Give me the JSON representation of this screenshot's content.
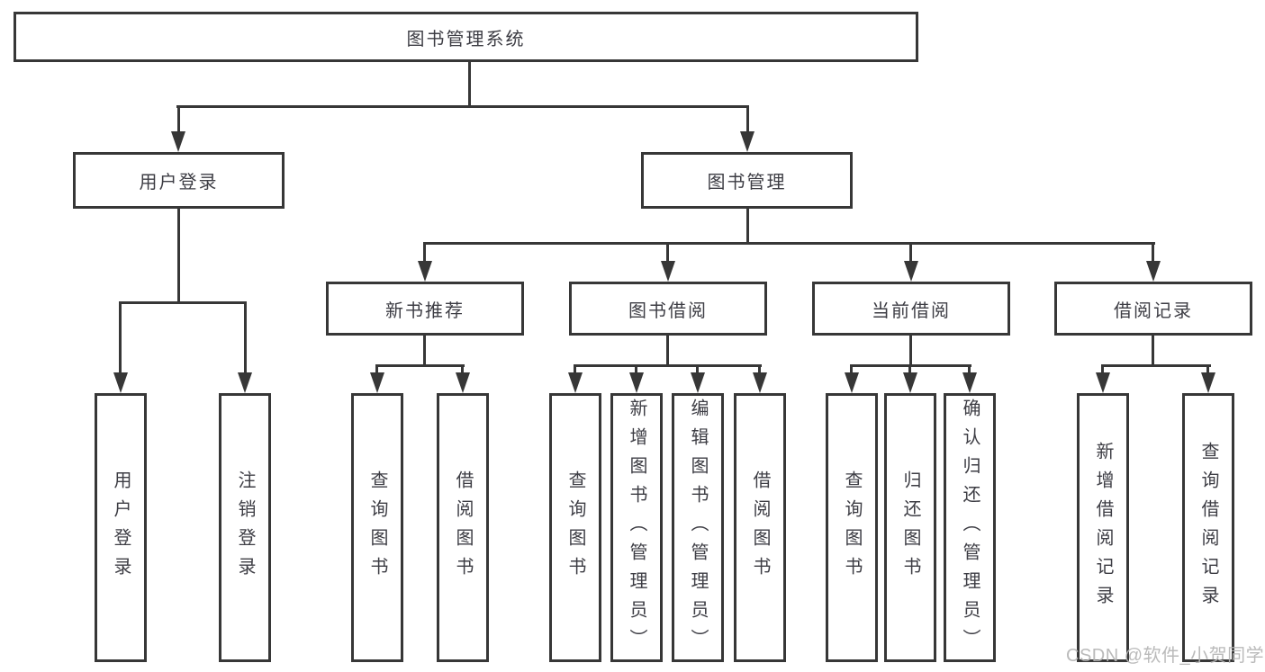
{
  "colors": {
    "line": "#373737",
    "text": "#3d3d44",
    "watermark": "#b5b5b5",
    "background": "#ffffff"
  },
  "nodes": {
    "root": {
      "label": "图书管理系统"
    },
    "level2": [
      {
        "label": "用户登录"
      },
      {
        "label": "图书管理"
      }
    ],
    "level3": [
      {
        "label": "新书推荐",
        "parent": "图书管理"
      },
      {
        "label": "图书借阅",
        "parent": "图书管理"
      },
      {
        "label": "当前借阅",
        "parent": "图书管理"
      },
      {
        "label": "借阅记录",
        "parent": "图书管理"
      }
    ],
    "leaves": [
      {
        "label": "用户登录",
        "parent": "用户登录"
      },
      {
        "label": "注销登录",
        "parent": "用户登录"
      },
      {
        "label": "查询图书",
        "parent": "新书推荐"
      },
      {
        "label": "借阅图书",
        "parent": "新书推荐"
      },
      {
        "label": "查询图书",
        "parent": "图书借阅"
      },
      {
        "label": "新增图书（管理员）",
        "parent": "图书借阅"
      },
      {
        "label": "编辑图书（管理员）",
        "parent": "图书借阅"
      },
      {
        "label": "借阅图书",
        "parent": "图书借阅"
      },
      {
        "label": "查询图书",
        "parent": "当前借阅"
      },
      {
        "label": "归还图书",
        "parent": "当前借阅"
      },
      {
        "label": "确认归还（管理员）",
        "parent": "当前借阅"
      },
      {
        "label": "新增借阅记录",
        "parent": "借阅记录"
      },
      {
        "label": "查询借阅记录",
        "parent": "借阅记录"
      }
    ]
  },
  "watermark": {
    "text": "CSDN @软件_小贺同学"
  }
}
